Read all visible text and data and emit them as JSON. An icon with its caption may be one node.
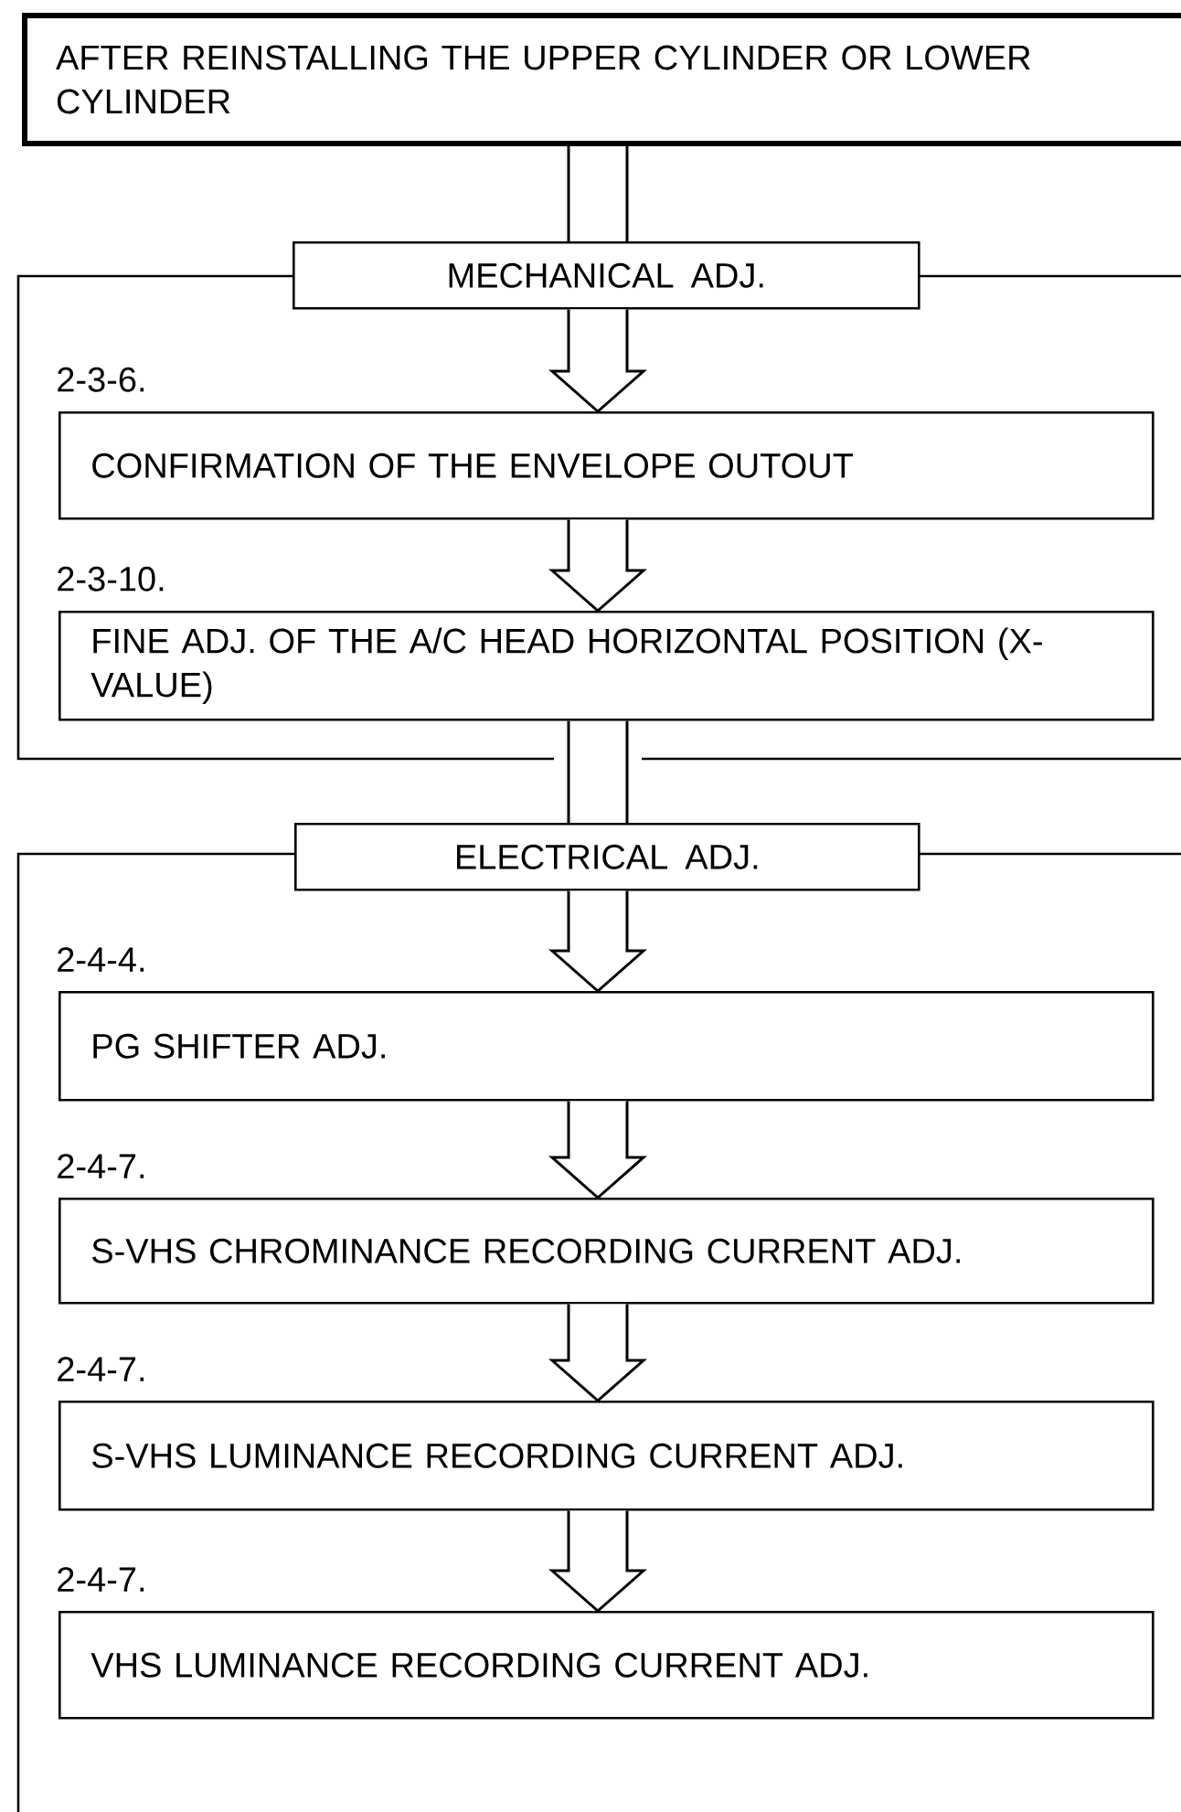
{
  "diagram": {
    "nodes": [
      {
        "text": [
          "AFTER REINSTALLING THE UPPER CYLINDER OR LOWER CYLINDER"
        ]
      },
      {
        "text": [
          "MECHANICAL ADJ."
        ]
      },
      {
        "text": [
          "CONFIRMATION OF THE ENVELOPE OUTOUT"
        ],
        "beside": [
          "2-3-6."
        ],
        "in": 1
      },
      {
        "text": [
          "FINE ADJ. OF THE A/C HEAD HORIZONTAL POSITION (X-VALUE)"
        ],
        "beside": [
          "2-3-10."
        ],
        "in": 1
      },
      {
        "text": [
          "ELECTRICAL ADJ."
        ]
      },
      {
        "text": [
          "PG SHIFTER ADJ."
        ],
        "beside": [
          "2-4-4."
        ],
        "in": 4
      },
      {
        "text": [
          "S-VHS CHROMINANCE RECORDING CURRENT ADJ."
        ],
        "beside": [
          "2-4-7."
        ],
        "in": 4
      },
      {
        "text": [
          "S-VHS LUMINANCE RECORDING CURRENT ADJ."
        ],
        "beside": [
          "2-4-7."
        ],
        "in": 4
      },
      {
        "text": [
          "VHS LUMINANCE RECORDING CURRENT ADJ."
        ],
        "beside": [
          "2-4-7."
        ],
        "in": 4
      }
    ],
    "edges": [
      {
        "from": 0,
        "to": 1,
        "arrow": "none"
      },
      {
        "from": 1,
        "to": 2,
        "arrow": "to"
      },
      {
        "from": 2,
        "to": 3,
        "arrow": "to"
      },
      {
        "from": 3,
        "to": 4,
        "arrow": "none"
      },
      {
        "from": 4,
        "to": 5,
        "arrow": "to"
      },
      {
        "from": 5,
        "to": 6,
        "arrow": "to"
      },
      {
        "from": 6,
        "to": 7,
        "arrow": "to"
      },
      {
        "from": 7,
        "to": 8,
        "arrow": "to"
      }
    ]
  }
}
